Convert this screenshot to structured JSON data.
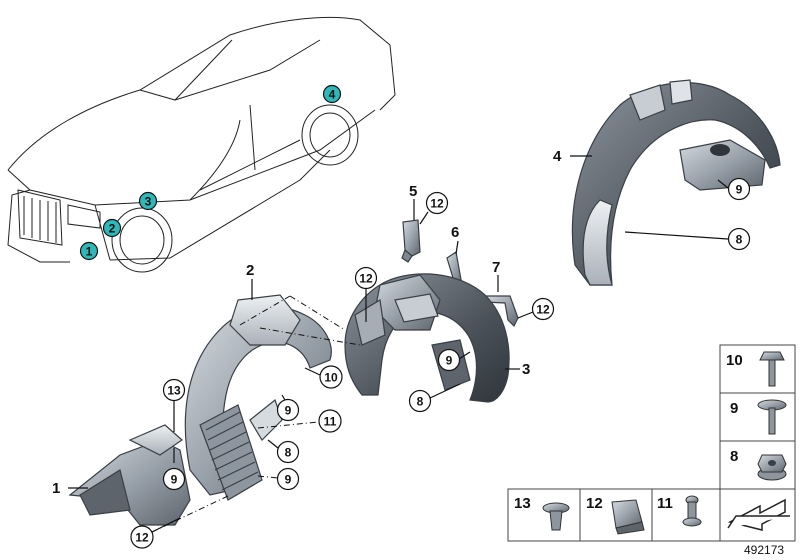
{
  "markers": [
    "1",
    "2",
    "3",
    "4"
  ],
  "labels": {
    "p1": "1",
    "p2": "2",
    "p3": "3",
    "p4": "4",
    "p5": "5",
    "p6": "6",
    "p7": "7"
  },
  "callouts": {
    "c9": "9",
    "c10": "10",
    "c11": "11",
    "c12": "12",
    "c13": "13",
    "c8": "8"
  },
  "legend": {
    "r10": "10",
    "r9": "9",
    "r8": "8",
    "b13": "13",
    "b12": "12",
    "b11": "11"
  },
  "reference_number": "492173"
}
